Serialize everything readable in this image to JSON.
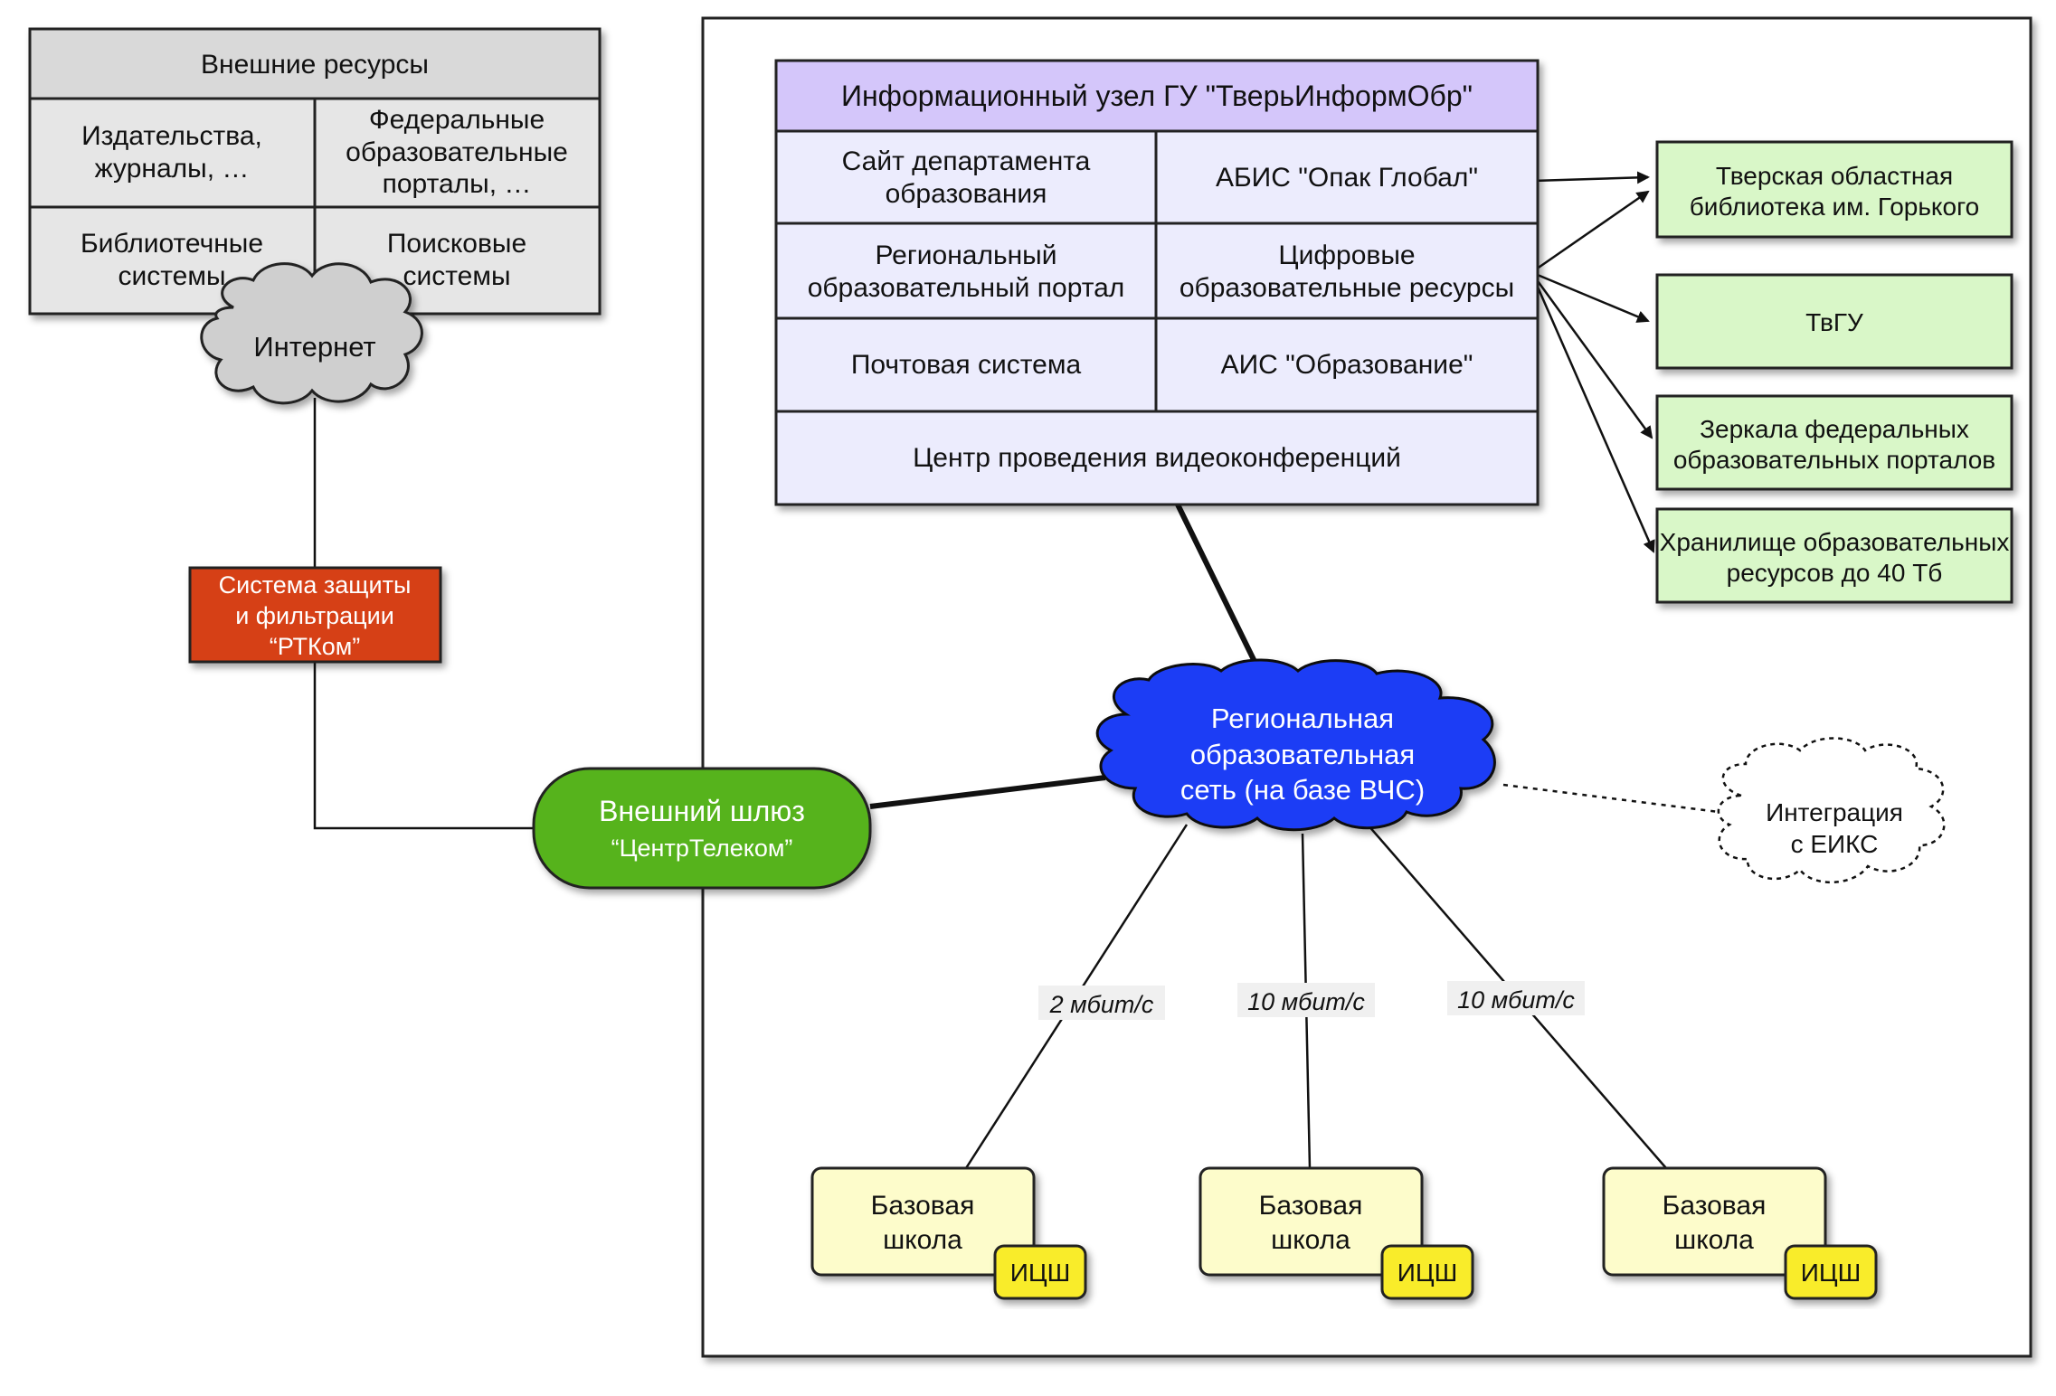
{
  "external": {
    "title": "Внешние ресурсы",
    "publishers": [
      "Издательства,",
      "журналы, …"
    ],
    "federal": [
      "Федеральные",
      "образовательные",
      "порталы, …"
    ],
    "library": [
      "Библиотечные",
      "системы"
    ],
    "search": [
      "Поисковые",
      "системы"
    ]
  },
  "internet": "Интернет",
  "firewall": [
    "Система защиты",
    "и фильтрации",
    "“РТКом”"
  ],
  "gateway": {
    "title": "Внешний шлюз",
    "subtitle": "“ЦентрТелеком”"
  },
  "node": {
    "title": "Информационный узел ГУ \"ТверьИнформОбр\"",
    "site": [
      "Сайт департамента",
      "образования"
    ],
    "abis": "АБИС \"Опак Глобал\"",
    "portal": [
      "Региональный",
      "образовательный портал"
    ],
    "digital": [
      "Цифровые",
      "образовательные ресурсы"
    ],
    "mail": "Почтовая система",
    "ais": "АИС \"Образование\"",
    "video": "Центр проведения видеоконференций"
  },
  "targets": {
    "library": [
      "Тверская областная",
      "библиотека им. Горького"
    ],
    "tvgu": "ТвГУ",
    "mirrors": [
      "Зеркала федеральных",
      "образовательных порталов"
    ],
    "storage": [
      "Хранилище образовательных",
      "ресурсов до 40 Тб"
    ]
  },
  "network": [
    "Региональная",
    "образовательная",
    "сеть (на базе ВЧС)"
  ],
  "eiks": [
    "Интеграция",
    "с ЕИКС"
  ],
  "links": [
    "2 мбит/с",
    "10 мбит/с",
    "10 мбит/с"
  ],
  "schools": [
    {
      "name": [
        "Базовая",
        "школа"
      ],
      "badge": "ИЦШ"
    },
    {
      "name": [
        "Базовая",
        "школа"
      ],
      "badge": "ИЦШ"
    },
    {
      "name": [
        "Базовая",
        "школа"
      ],
      "badge": "ИЦШ"
    }
  ],
  "colors": {
    "firewall": "#d63f12",
    "gateway": "#56b31c",
    "network": "#1f3cf5",
    "node_header": "#d4c6fa",
    "target": "#d9f7c8",
    "school": "#fdfccb",
    "badge": "#f9ec2a"
  }
}
